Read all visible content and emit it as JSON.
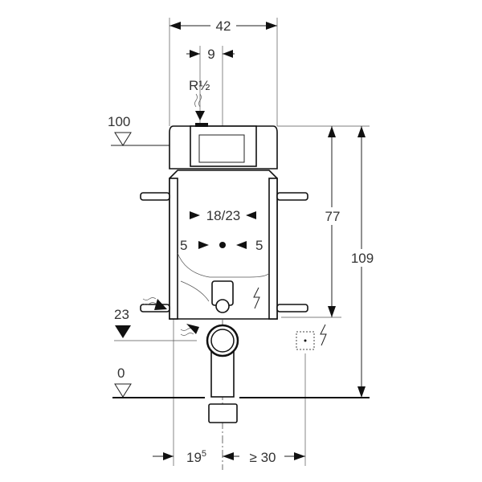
{
  "dimensions": {
    "width_total": "42",
    "offset_top": "9",
    "water_connection": "R½",
    "level_top": "100",
    "height_frame": "77",
    "height_total": "109",
    "flush_width": "18/23",
    "flush_offset_left": "5",
    "flush_offset_right": "5",
    "level_drain": "23",
    "level_floor": "0",
    "offset_left_bottom": "19",
    "offset_left_bottom_sup": "5",
    "clearance_right": "≥ 30"
  },
  "colors": {
    "line": "#111111",
    "text": "#333333"
  }
}
